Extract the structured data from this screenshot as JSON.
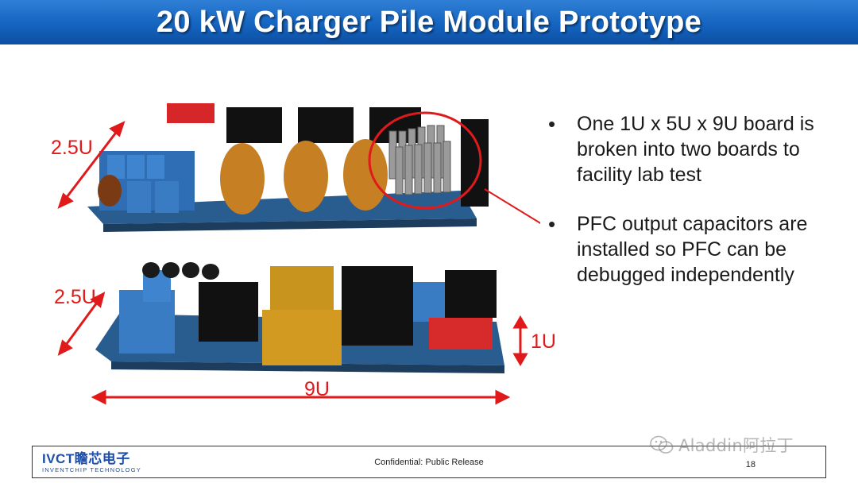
{
  "slide": {
    "title": "20 kW Charger Pile Module Prototype",
    "bullets": [
      "One 1U x 5U x 9U board is broken into two boards to facility lab test",
      "PFC output capacitors are installed so PFC can be debugged independently"
    ],
    "bullet_symbol": "•",
    "dimensions": {
      "top_height": "2.5U",
      "bottom_height": "2.5U",
      "bottom_thickness": "1U",
      "length": "9U"
    },
    "colors": {
      "title_bar": "#1464c0",
      "annotation": "#e01a1a"
    }
  },
  "footer": {
    "logo_main": "IVCT瞻芯电子",
    "logo_sub": "INVENTCHIP TECHNOLOGY",
    "confidentiality": "Confidential: Public Release",
    "page_number": "18"
  },
  "watermark": {
    "icon": "wechat-icon",
    "text": "Aladdin阿拉丁"
  }
}
